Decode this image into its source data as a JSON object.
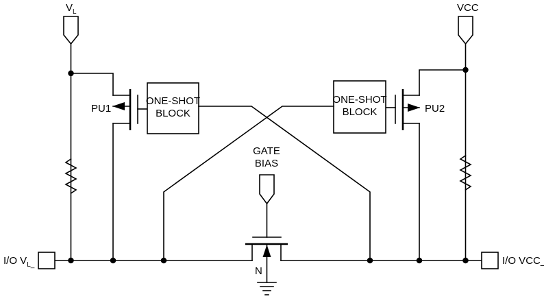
{
  "supplies": {
    "vl": {
      "main": "V",
      "sub": "L"
    },
    "vcc": {
      "main": "V",
      "sub": "CC"
    },
    "gate_bias": [
      "GATE",
      "BIAS"
    ]
  },
  "blocks": {
    "left": [
      "ONE-SHOT",
      "BLOCK"
    ],
    "right": [
      "ONE-SHOT",
      "BLOCK"
    ]
  },
  "transistors": {
    "pu1": "PU1",
    "pu2": "PU2",
    "n": "N"
  },
  "ports": {
    "io_vl": {
      "main": "I/O V",
      "sub": "L_"
    },
    "io_vcc": {
      "main": "I/O V",
      "sub": "CC_"
    }
  },
  "colors": {
    "line": "#000000",
    "background": "#ffffff"
  }
}
